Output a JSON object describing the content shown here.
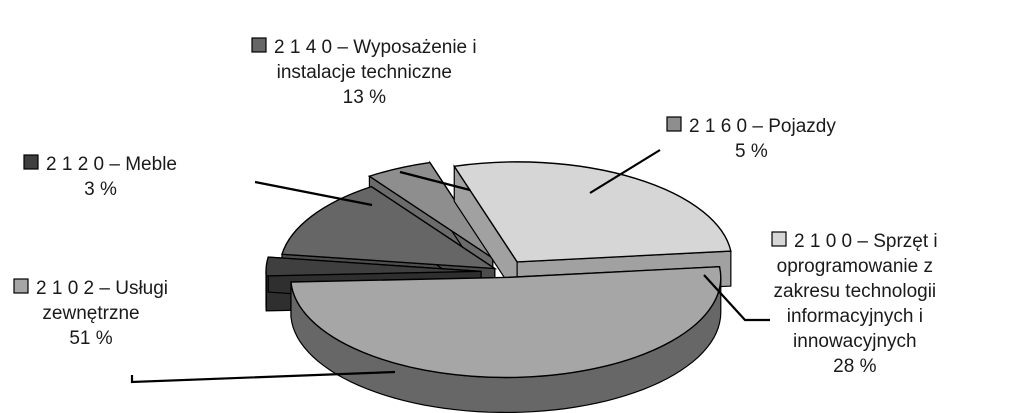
{
  "chart_data": {
    "type": "pie",
    "style": "3d-exploded",
    "title": "",
    "legend": "none",
    "slices": [
      {
        "code": "2 1 0 0",
        "lines": [
          "– Sprzęt i",
          "oprogramowanie z",
          "zakresu technologii",
          "informacyjnych i",
          "innowacyjnych"
        ],
        "percent_label": "28 %",
        "value": 28,
        "color": "#d6d6d6"
      },
      {
        "code": "2 1 0 2",
        "lines": [
          "– Usługi",
          "zewnętrzne"
        ],
        "percent_label": "51 %",
        "value": 51,
        "color": "#a6a6a6"
      },
      {
        "code": "2 1 2 0",
        "lines": [
          "– Meble"
        ],
        "percent_label": "3 %",
        "value": 3,
        "color": "#3f3f3f"
      },
      {
        "code": "2 1 4 0",
        "lines": [
          "– Wyposażenie i",
          "instalacje techniczne"
        ],
        "percent_label": "13 %",
        "value": 13,
        "color": "#666666"
      },
      {
        "code": "2 1 6 0",
        "lines": [
          "– Pojazdy"
        ],
        "percent_label": "5 %",
        "value": 5,
        "color": "#8e8e8e"
      }
    ]
  }
}
